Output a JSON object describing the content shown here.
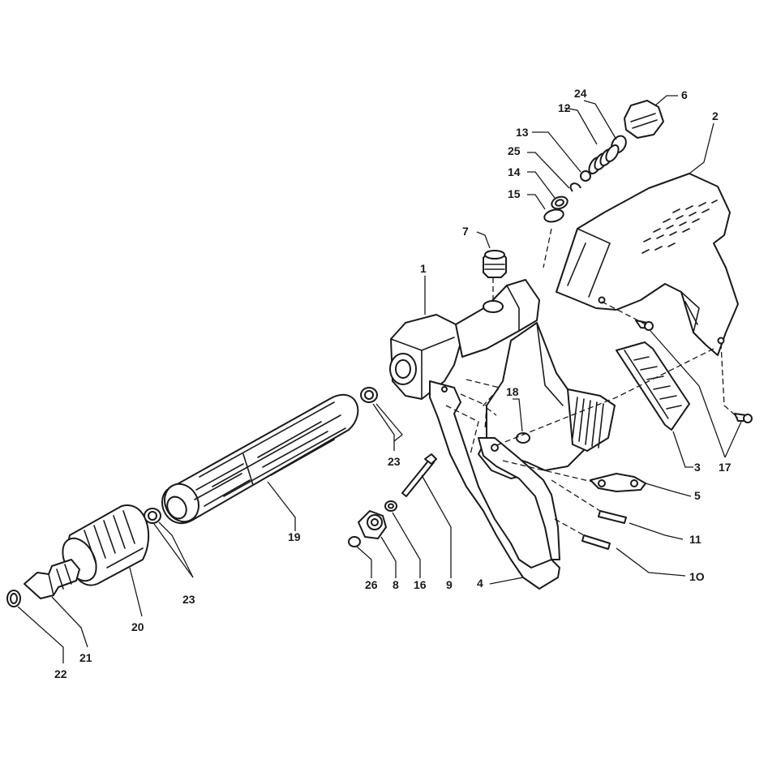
{
  "diagram": {
    "callouts": [
      {
        "id": "c1",
        "label": "1"
      },
      {
        "id": "c2",
        "label": "2"
      },
      {
        "id": "c3",
        "label": "3"
      },
      {
        "id": "c4",
        "label": "4"
      },
      {
        "id": "c5",
        "label": "5"
      },
      {
        "id": "c6",
        "label": "6"
      },
      {
        "id": "c7",
        "label": "7"
      },
      {
        "id": "c8",
        "label": "8"
      },
      {
        "id": "c9",
        "label": "9"
      },
      {
        "id": "c10",
        "label": "1O"
      },
      {
        "id": "c11",
        "label": "11"
      },
      {
        "id": "c12",
        "label": "12"
      },
      {
        "id": "c13",
        "label": "13"
      },
      {
        "id": "c14",
        "label": "14"
      },
      {
        "id": "c15",
        "label": "15"
      },
      {
        "id": "c16",
        "label": "16"
      },
      {
        "id": "c17",
        "label": "17"
      },
      {
        "id": "c18",
        "label": "18"
      },
      {
        "id": "c19",
        "label": "19"
      },
      {
        "id": "c20",
        "label": "20"
      },
      {
        "id": "c21",
        "label": "21"
      },
      {
        "id": "c22",
        "label": "22"
      },
      {
        "id": "c23a",
        "label": "23"
      },
      {
        "id": "c23b",
        "label": "23"
      },
      {
        "id": "c24",
        "label": "24"
      },
      {
        "id": "c25",
        "label": "25"
      },
      {
        "id": "c26",
        "label": "26"
      }
    ]
  }
}
